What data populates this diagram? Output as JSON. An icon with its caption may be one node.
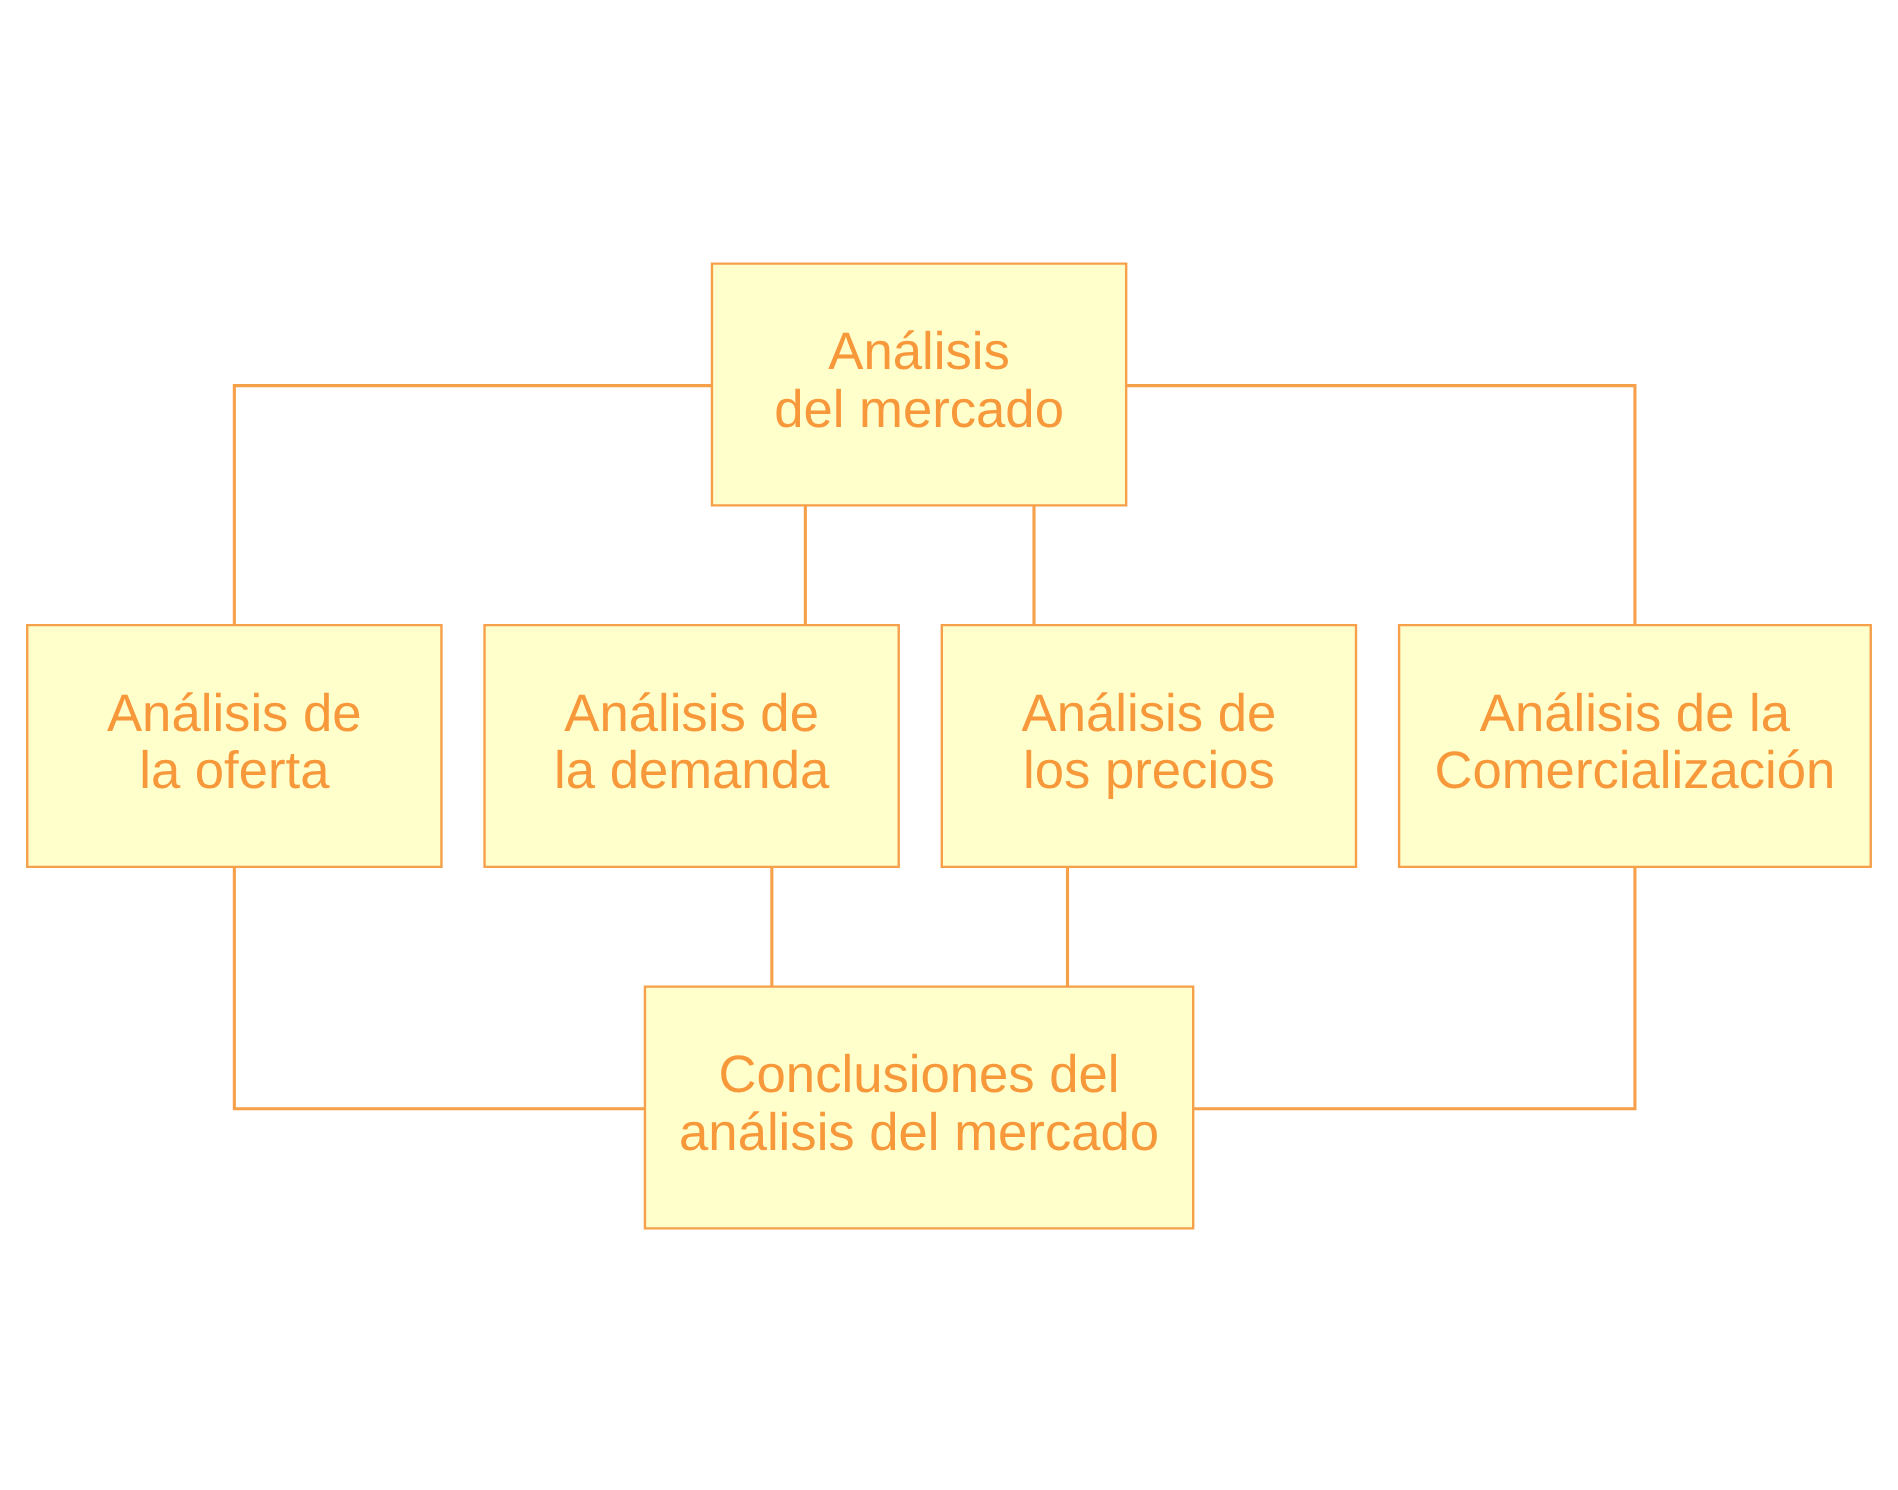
{
  "diagram": {
    "nodes": [
      {
        "text": [
          "Análisis del mercado"
        ]
      },
      {
        "text": [
          "Análisis de la oferta"
        ]
      },
      {
        "text": [
          "Análisis de la demanda"
        ]
      },
      {
        "text": [
          "Análisis de los precios"
        ]
      },
      {
        "text": [
          "Análisis de la Comercialización"
        ]
      },
      {
        "text": [
          "Conclusiones del análisis del mercado"
        ]
      }
    ],
    "edges": [
      {
        "from": 0,
        "to": 1,
        "arrow": "none"
      },
      {
        "from": 0,
        "to": 2,
        "arrow": "none"
      },
      {
        "from": 0,
        "to": 3,
        "arrow": "none"
      },
      {
        "from": 0,
        "to": 4,
        "arrow": "none"
      },
      {
        "from": 1,
        "to": 5,
        "arrow": "none"
      },
      {
        "from": 2,
        "to": 5,
        "arrow": "none"
      },
      {
        "from": 3,
        "to": 5,
        "arrow": "none"
      },
      {
        "from": 4,
        "to": 5,
        "arrow": "none"
      }
    ]
  }
}
